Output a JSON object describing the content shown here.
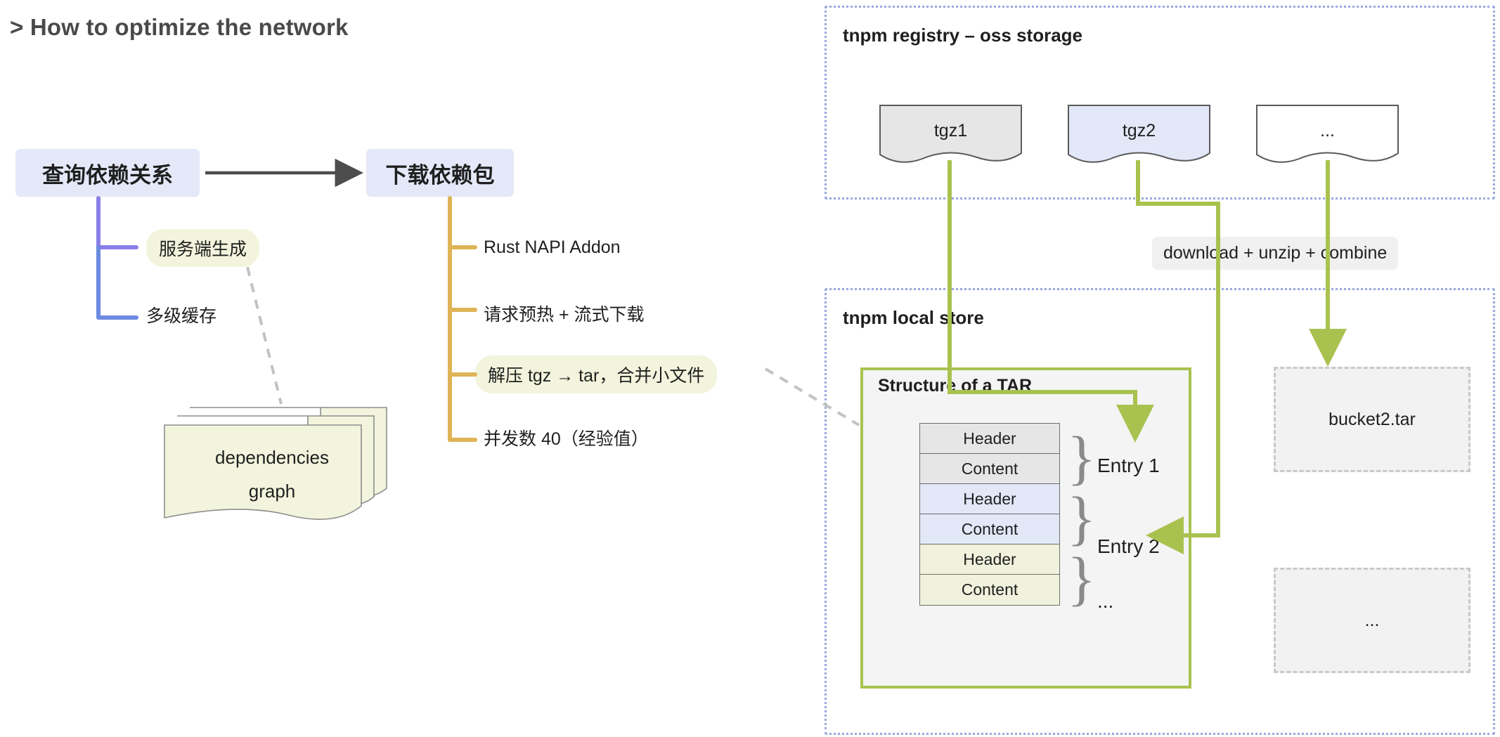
{
  "title": "> How to optimize the network",
  "mindmap": {
    "root_node": "查询依赖关系",
    "second_node": "下载依赖包",
    "query_branches": [
      {
        "label": "服务端生成",
        "highlighted": true,
        "color": "#8b7fe8"
      },
      {
        "label": "多级缓存",
        "highlighted": false,
        "color": "#6b8ae0"
      }
    ],
    "download_branches": [
      {
        "label": "Rust  NAPI Addon",
        "highlighted": false
      },
      {
        "label": "请求预热 + 流式下载",
        "highlighted": false
      },
      {
        "label": "解压 tgz → tar，合并小文件",
        "highlighted": true
      },
      {
        "label": "并发数 40（经验值）",
        "highlighted": false
      }
    ],
    "branch_color": "#dfb457",
    "arrow_color": "#4d4d4d"
  },
  "deps_note": {
    "line1": "dependencies",
    "line2": "graph"
  },
  "registry": {
    "title": "tnpm registry – oss storage",
    "packages": [
      {
        "label": "tgz1",
        "fill": "#e6e6e6"
      },
      {
        "label": "tgz2",
        "fill": "#e2e8f8"
      },
      {
        "label": "...",
        "fill": "#ffffff"
      }
    ]
  },
  "pipeline_label": "download + unzip + combine",
  "local_store": {
    "title": "tnpm local store",
    "tar_panel": {
      "title": "Structure of a TAR",
      "rows": [
        {
          "label": "Header",
          "tone": "gray"
        },
        {
          "label": "Content",
          "tone": "gray"
        },
        {
          "label": "Header",
          "tone": "blue"
        },
        {
          "label": "Content",
          "tone": "blue"
        },
        {
          "label": "Header",
          "tone": "olive"
        },
        {
          "label": "Content",
          "tone": "olive"
        }
      ],
      "entries": [
        "Entry 1",
        "Entry 2",
        "..."
      ]
    },
    "buckets": [
      {
        "label": "bucket2.tar"
      },
      {
        "label": "..."
      }
    ]
  },
  "colors": {
    "node_blue": "#e4e8f8",
    "pill_olive": "#f3f4dd",
    "flow_green": "#a9c24f",
    "dotted_border": "#9aa8dd",
    "dashed_gray": "#c9c9c9"
  }
}
